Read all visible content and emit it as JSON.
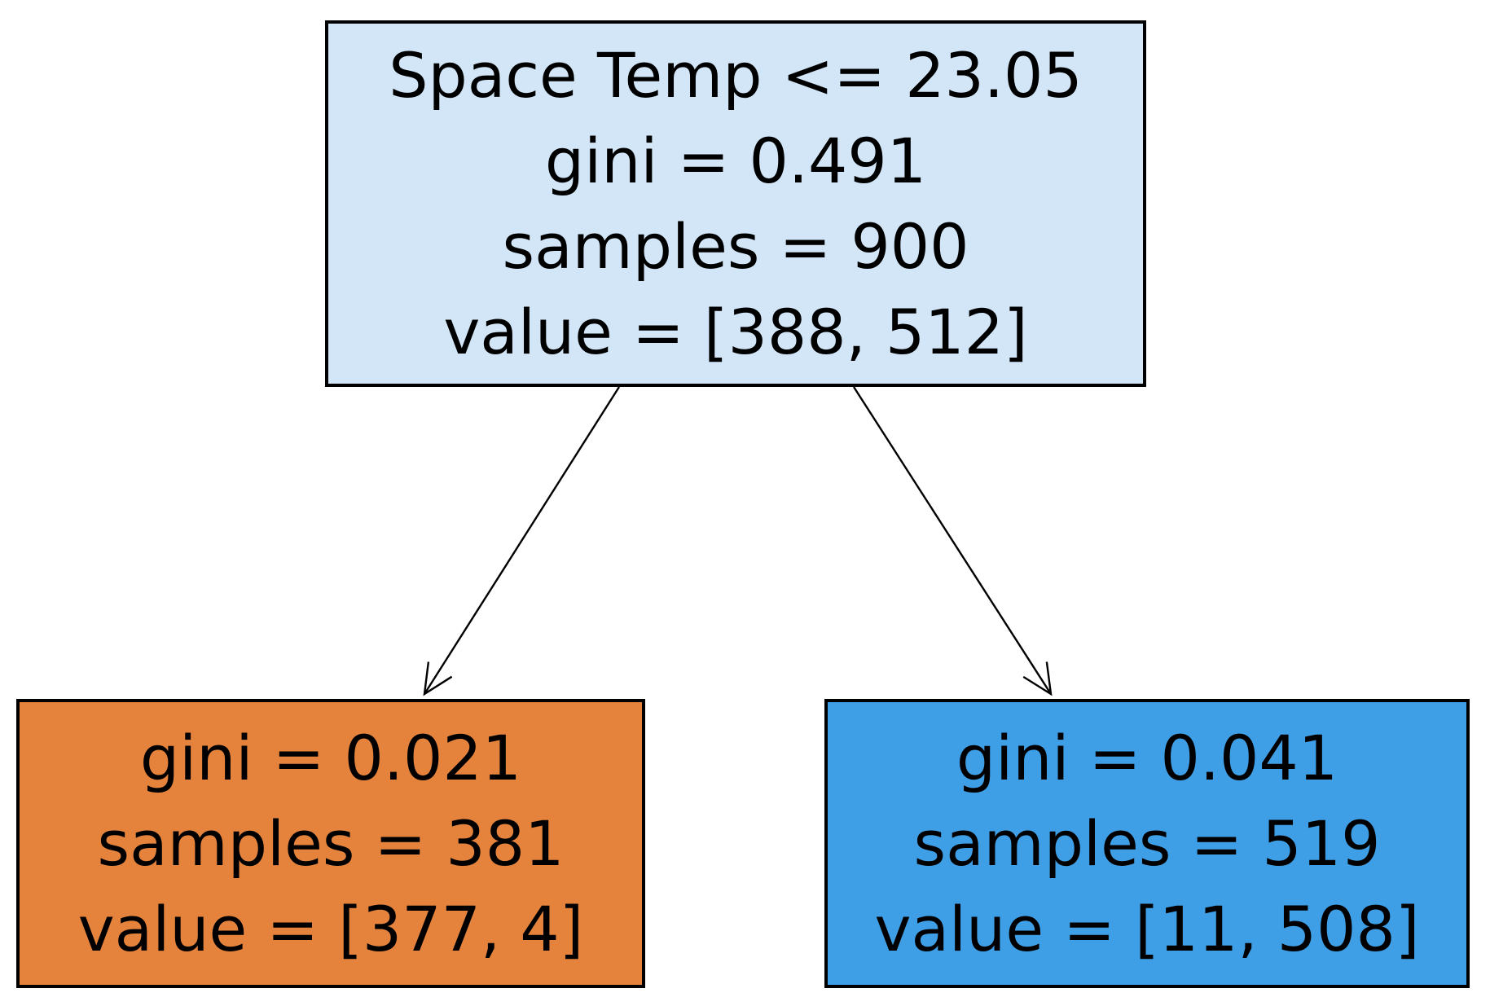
{
  "figure": {
    "type": "decision-tree",
    "background_color": "#ffffff",
    "node_border_color": "#000000",
    "arrow_color": "#000000",
    "text_color": "#000000"
  },
  "nodes": {
    "root": {
      "condition": "Space Temp <= 23.05",
      "gini": "gini = 0.491",
      "samples": "samples = 900",
      "value": "value = [388, 512]",
      "fill": "#d2e6f7"
    },
    "left_leaf": {
      "gini": "gini = 0.021",
      "samples": "samples = 381",
      "value": "value = [377, 4]",
      "fill": "#e5833c"
    },
    "right_leaf": {
      "gini": "gini = 0.041",
      "samples": "samples = 519",
      "value": "value = [11, 508]",
      "fill": "#3f9fe6"
    }
  }
}
